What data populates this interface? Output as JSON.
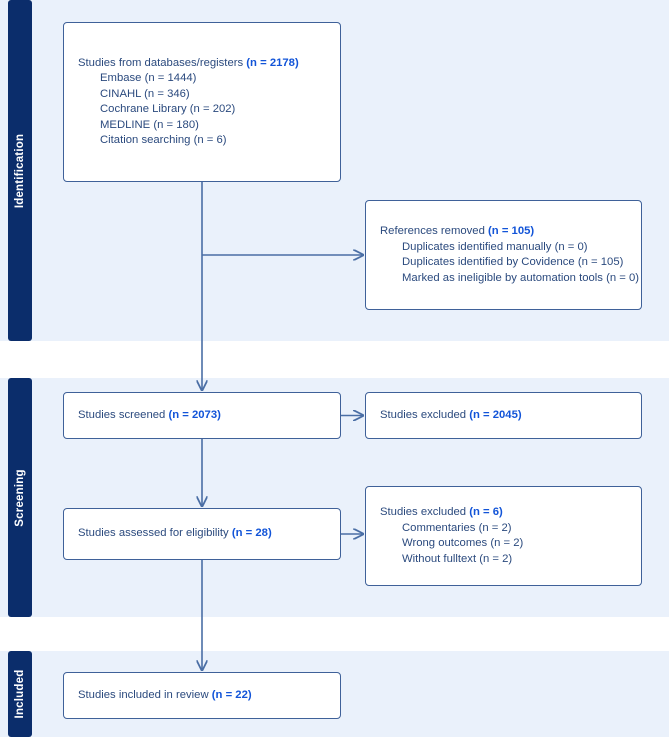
{
  "diagram": {
    "type": "prisma-flow-diagram",
    "colors": {
      "stage_panel_bg": "#eaf1fb",
      "stage_tab_bg": "#0b2d6b",
      "stage_tab_text": "#ffffff",
      "box_border": "#3f6199",
      "box_bg": "#ffffff",
      "body_text": "#2b4a7e",
      "count_text": "#1254d8",
      "connector": "#4a6ea5"
    }
  },
  "stages": [
    {
      "id": "identification",
      "label": "Identification"
    },
    {
      "id": "screening",
      "label": "Screening"
    },
    {
      "id": "included",
      "label": "Included"
    }
  ],
  "nodes": {
    "databases": {
      "title": "Studies from databases/registers",
      "count": "(n = 2178)",
      "items": [
        "Embase (n = 1444)",
        "CINAHL (n = 346)",
        "Cochrane Library (n = 202)",
        "MEDLINE (n = 180)",
        "Citation searching (n = 6)"
      ]
    },
    "references_removed": {
      "title": "References removed",
      "count": "(n = 105)",
      "items": [
        "Duplicates identified manually (n = 0)",
        "Duplicates identified by Covidence (n = 105)",
        "Marked as ineligible by automation tools (n = 0)"
      ]
    },
    "studies_screened": {
      "title": "Studies screened",
      "count": "(n = 2073)",
      "items": []
    },
    "studies_excluded_screening": {
      "title": "Studies excluded",
      "count": "(n = 2045)",
      "items": []
    },
    "studies_eligibility": {
      "title": "Studies assessed for eligibility",
      "count": "(n = 28)",
      "items": []
    },
    "studies_excluded_eligibility": {
      "title": "Studies excluded",
      "count": "(n = 6)",
      "items": [
        "Commentaries (n = 2)",
        "Wrong outcomes (n = 2)",
        "Without fulltext (n = 2)"
      ]
    },
    "studies_included": {
      "title": "Studies included in review",
      "count": "(n = 22)",
      "items": []
    }
  }
}
